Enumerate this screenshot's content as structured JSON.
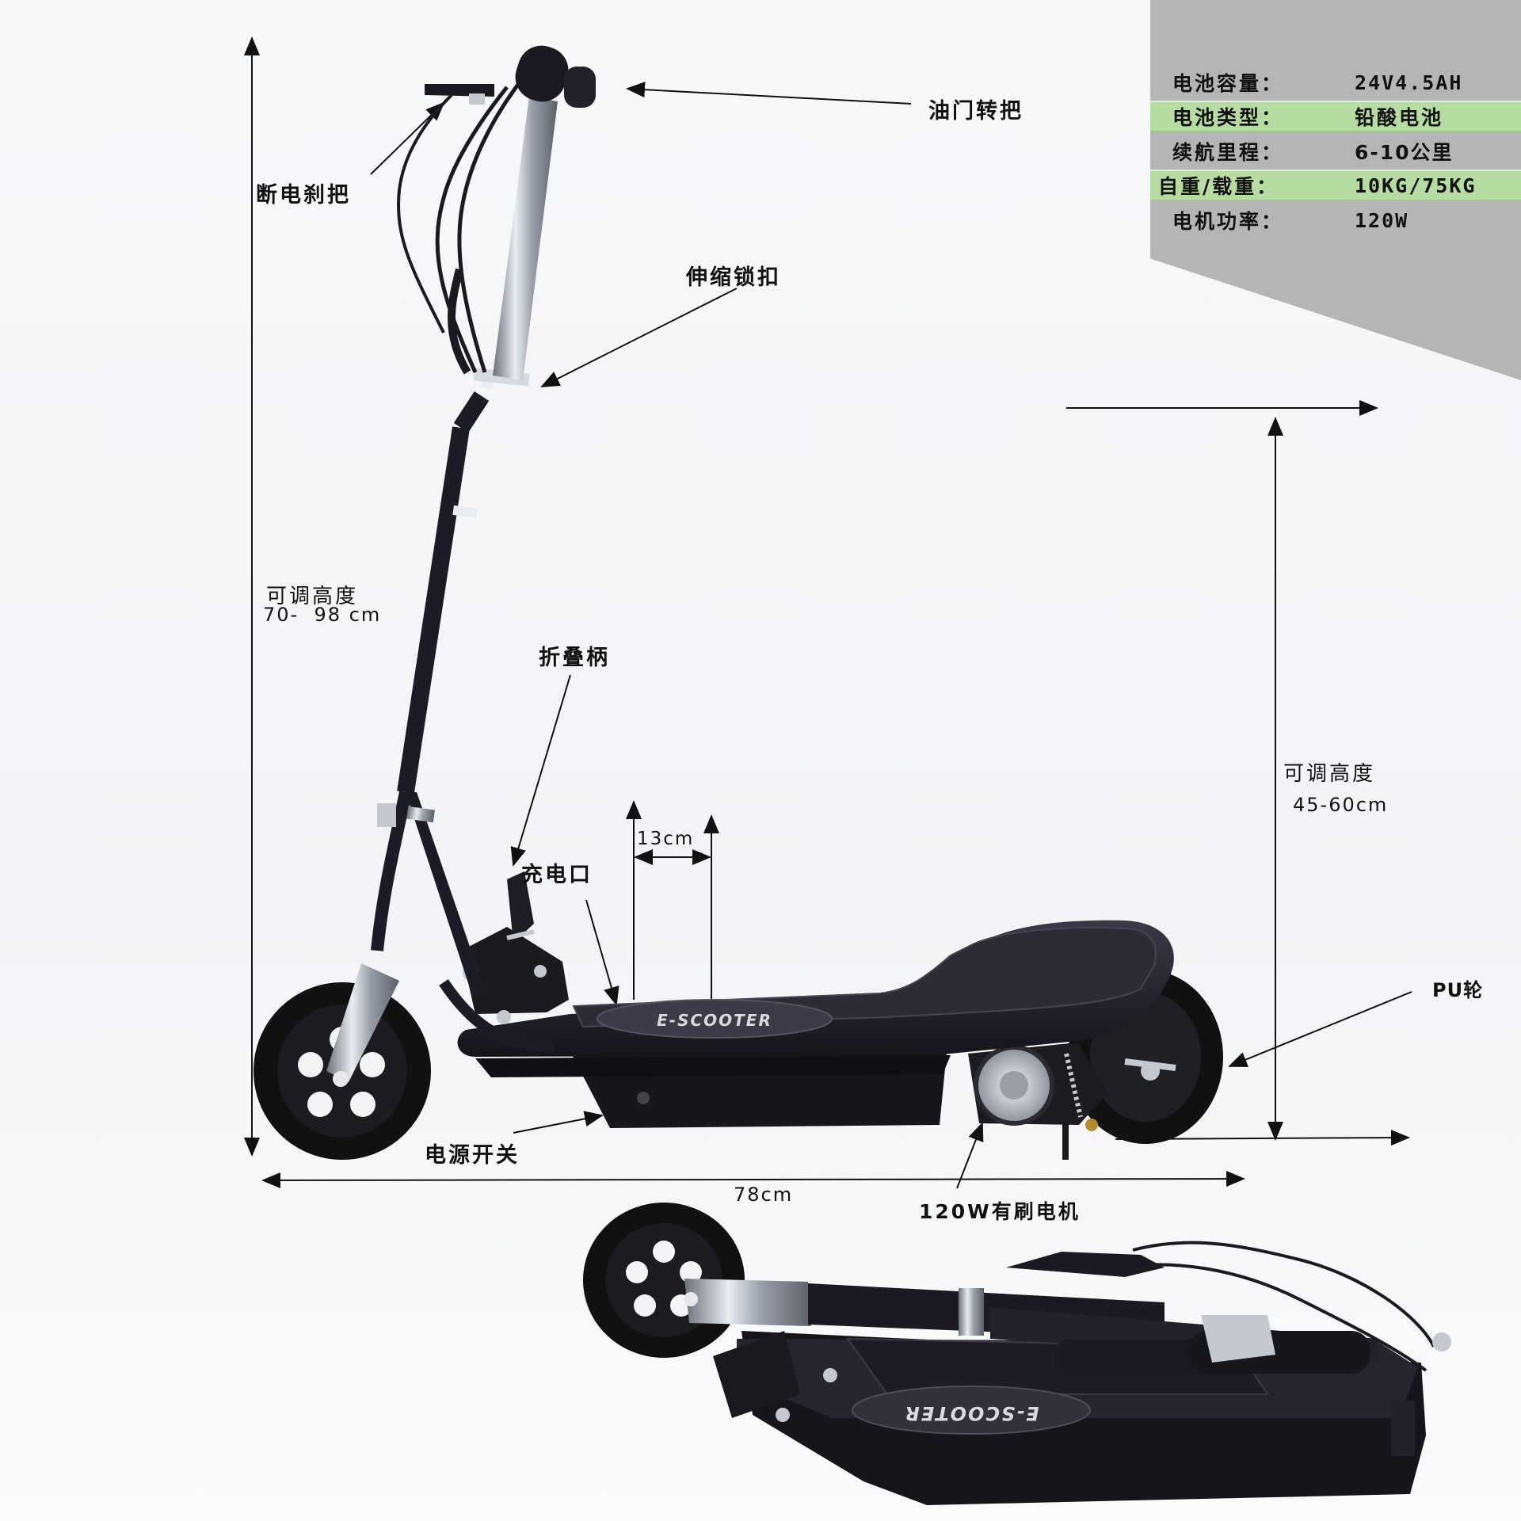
{
  "labels": {
    "throttle": "油门转把",
    "brake_lever": "断电刹把",
    "telescopic_lock": "伸缩锁扣",
    "adjustable_height_left": "可调高度",
    "adjustable_height_left_value": "70-  98 cm",
    "folding_handle": "折叠柄",
    "charging_port": "充电口",
    "deck_height": "13cm",
    "adjustable_height_right": "可调高度",
    "adjustable_height_right_value": "45-60cm",
    "pu_wheel": "PU轮",
    "power_switch": "电源开关",
    "length": "78cm",
    "motor": "120W有刷电机",
    "deck_brand": "E-SCOOTER",
    "deck_brand_folded": "E-SCOOTER"
  },
  "specs": [
    {
      "key": "电池容量：",
      "value": "24V4.5AH",
      "highlight": false
    },
    {
      "key": "电池类型：",
      "value": "铅酸电池",
      "highlight": true
    },
    {
      "key": "续航里程：",
      "value": "6-10公里",
      "highlight": false
    },
    {
      "key": "自重/载重：",
      "value": "10KG/75KG",
      "highlight": true
    },
    {
      "key": "电机功率：",
      "value": "120W",
      "highlight": false
    }
  ],
  "colors": {
    "frame": "#1d1c26",
    "deck": "#23222c",
    "metal": "#b8bcc4",
    "panel_gray": "#b5b5b5",
    "panel_highlight": "#b6dca2"
  }
}
